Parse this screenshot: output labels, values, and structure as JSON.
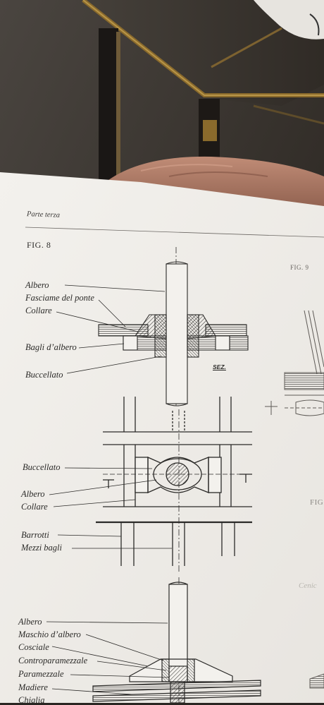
{
  "page": {
    "header": "Parte terza",
    "fig8_title": "FIG. 8",
    "fig9_title": "FIG. 9",
    "fig_cut": "FIG",
    "cut_word": "Cenic"
  },
  "top_figure": {
    "labels": [
      "Albero",
      "Fasciame del ponte",
      "Collare",
      "Bagli d’albero",
      "Buccellato"
    ],
    "section_mark": "SEZ."
  },
  "middle_figure": {
    "labels": [
      "Buccellato",
      "Albero",
      "Collare",
      "Barrotti",
      "Mezzi bagli"
    ]
  },
  "bottom_figure": {
    "labels": [
      "Albero",
      "Maschio d’albero",
      "Cosciale",
      "Controparamezzale",
      "Paramezzale",
      "Madiere",
      "Chiglia"
    ]
  },
  "colors": {
    "paper": "#f1efeb",
    "ink": "#2b2a28",
    "chair_fabric": "#b07c68",
    "brass_frame": "#8a6a2c",
    "background": "#2a2622"
  }
}
